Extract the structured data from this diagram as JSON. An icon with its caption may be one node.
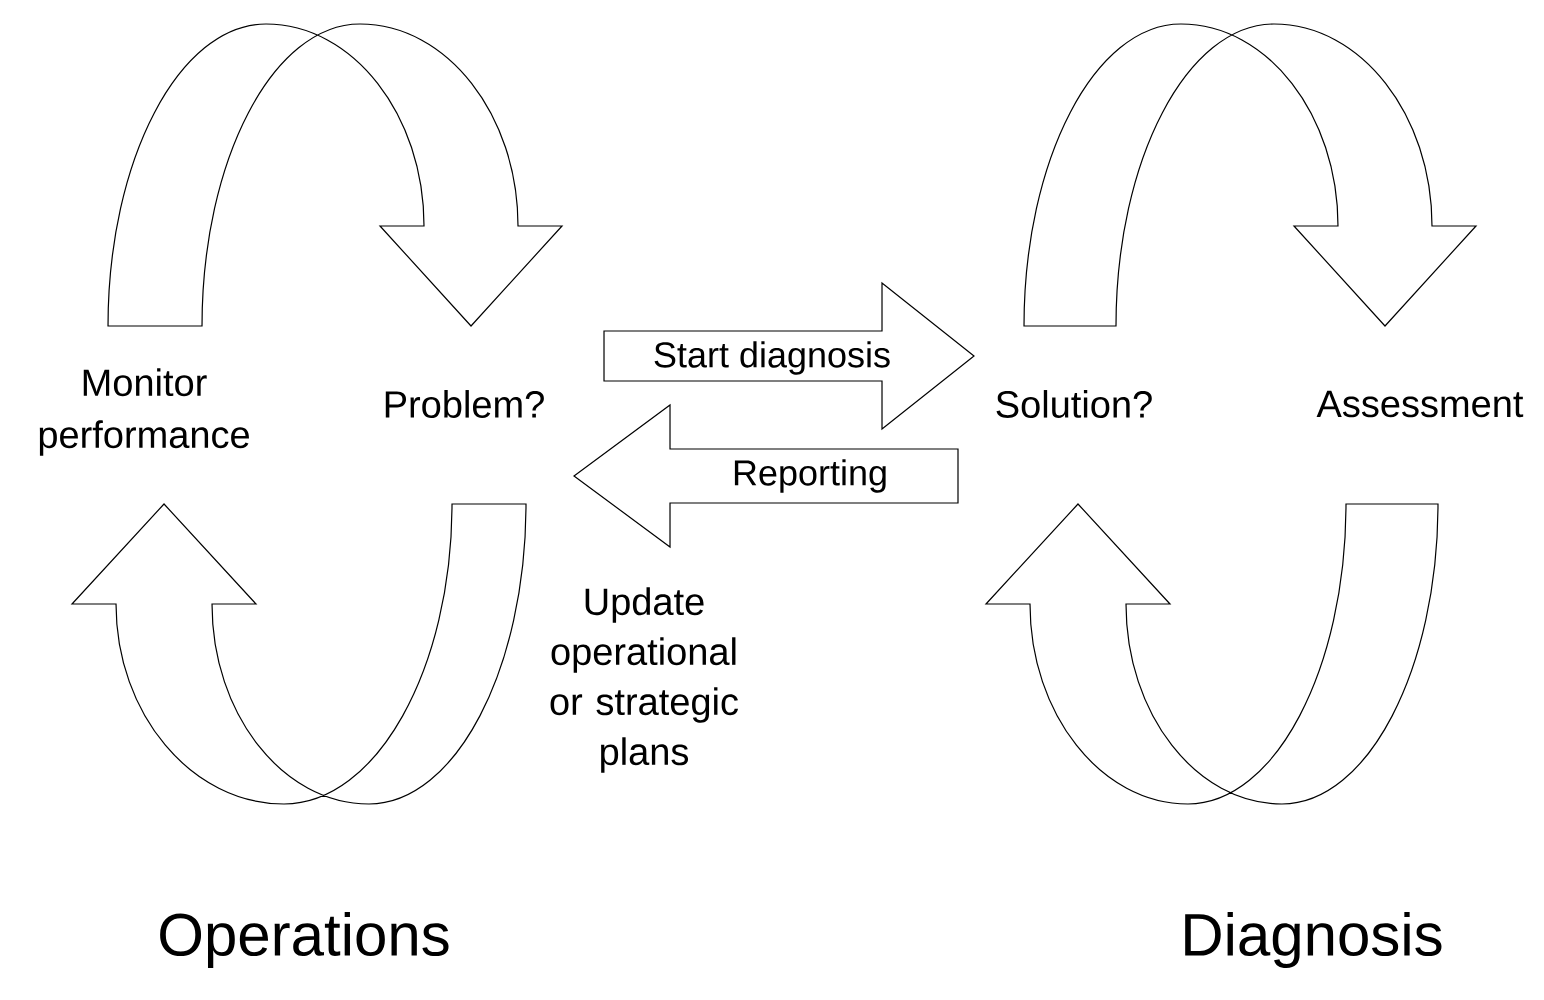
{
  "diagram": {
    "nodes": [
      {
        "text": [
          "Monitor performance"
        ]
      },
      {
        "text": [
          "Problem?"
        ]
      },
      {
        "text": [
          "Solution?"
        ]
      },
      {
        "text": [
          "Assessment"
        ]
      }
    ],
    "edges": [
      {
        "from": 0,
        "to": 1,
        "arrow": "to"
      },
      {
        "from": 1,
        "to": 0,
        "arrow": "to"
      },
      {
        "from": 2,
        "to": 3,
        "arrow": "to"
      },
      {
        "from": 3,
        "to": 2,
        "arrow": "to"
      },
      {
        "from": 1,
        "to": 2,
        "arrow": "to",
        "label": "Start diagnosis"
      },
      {
        "from": 2,
        "to": 1,
        "arrow": "to",
        "label": "Reporting"
      }
    ],
    "labels": [
      "Update operational or strategic plans",
      "Operations",
      "Diagnosis"
    ]
  }
}
